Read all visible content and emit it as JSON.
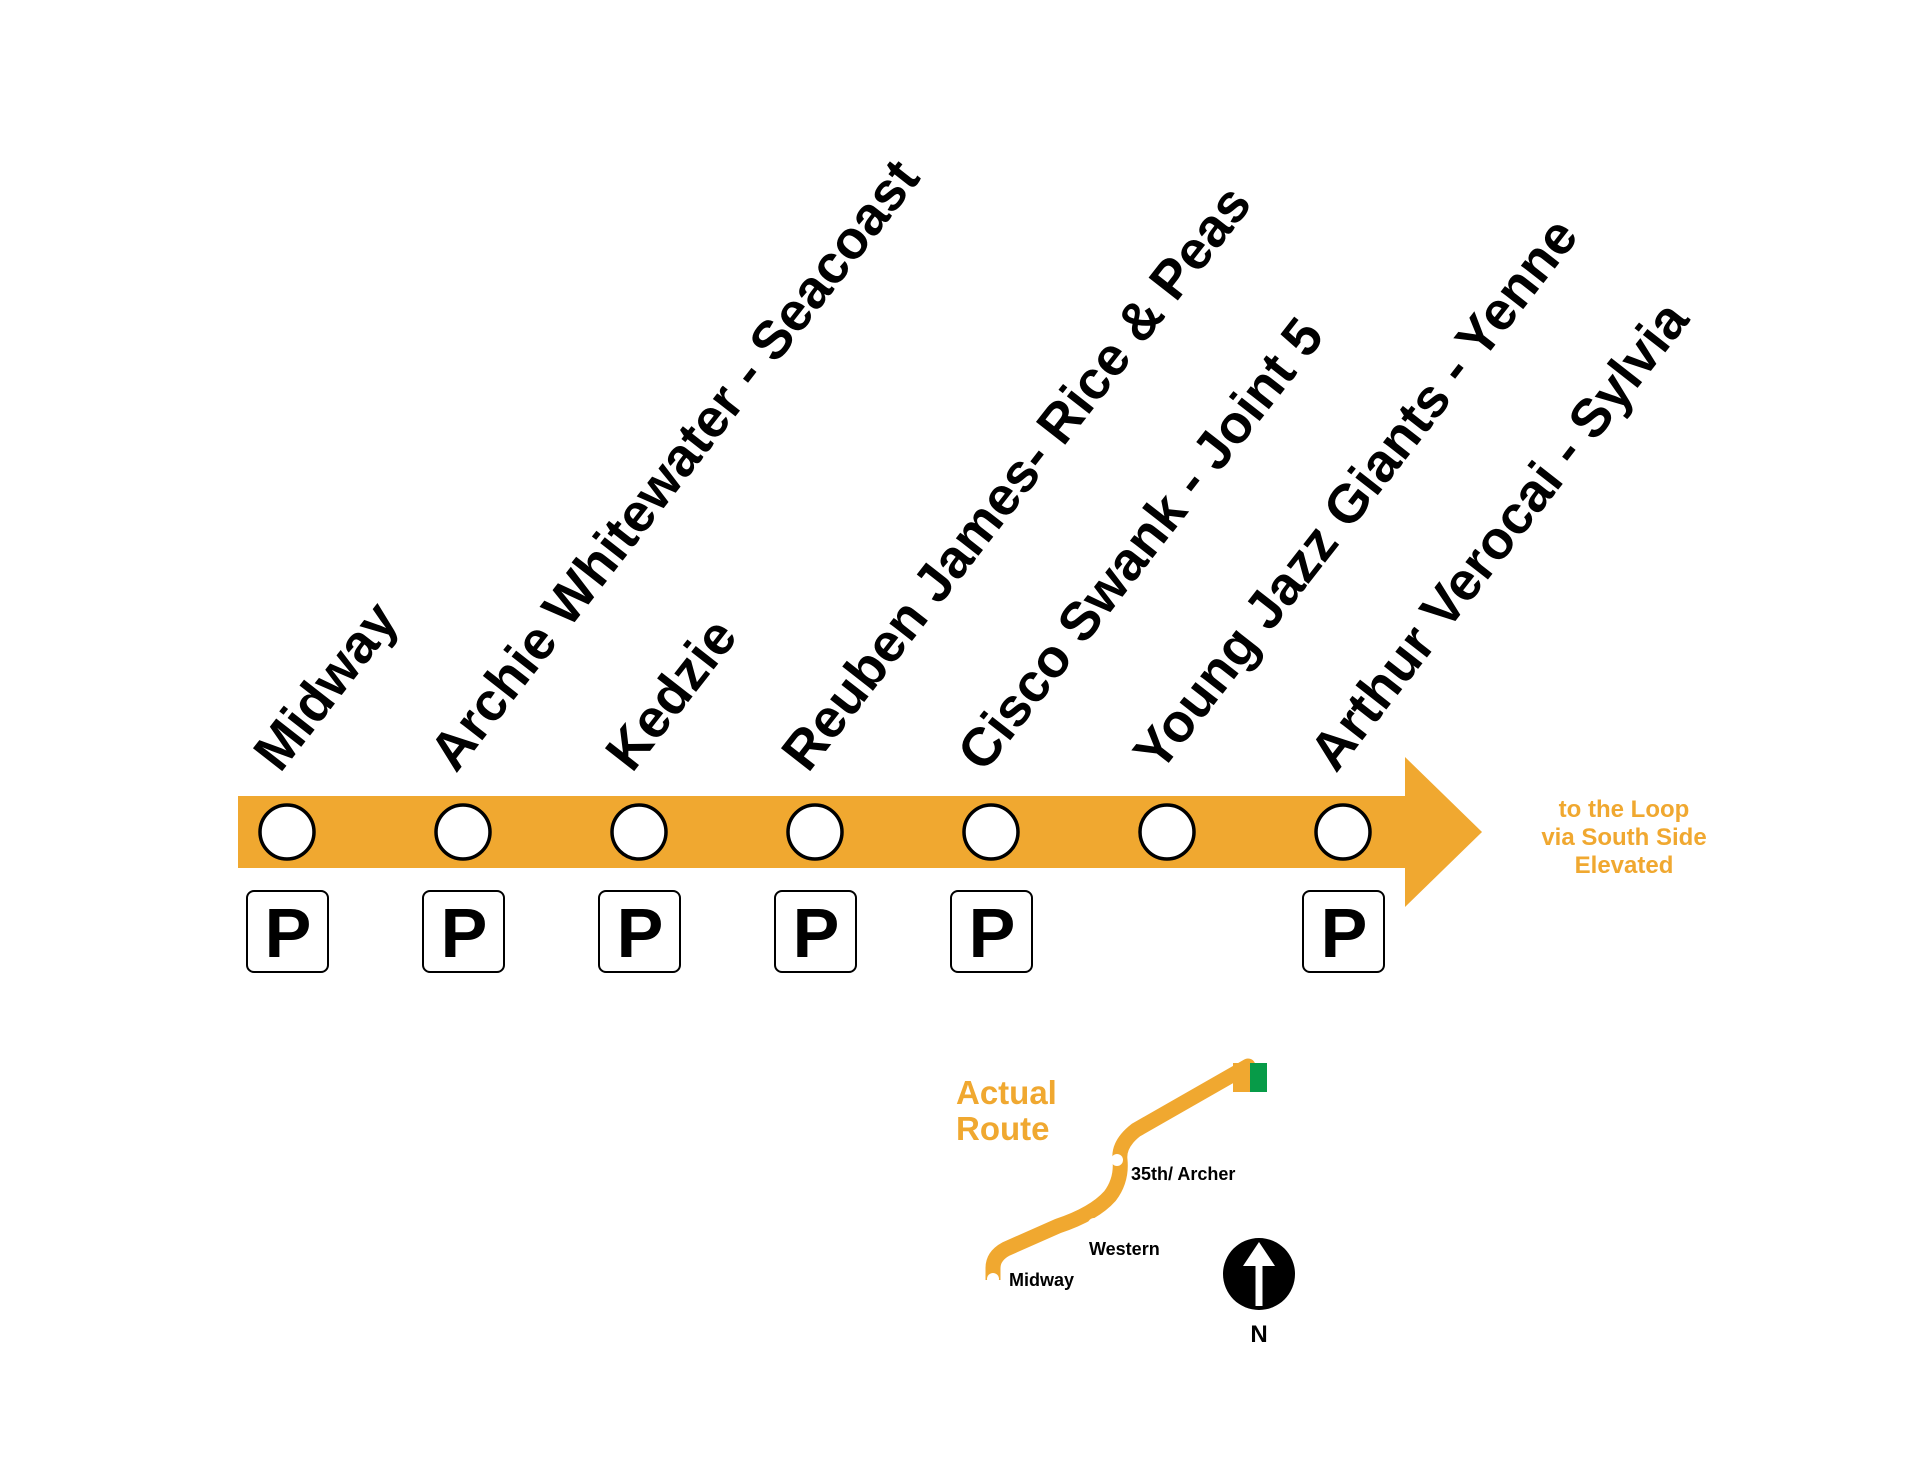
{
  "colors": {
    "line": "#F0A830",
    "ink": "#000000",
    "background": "#FFFFFF",
    "transfer": "#079B48"
  },
  "stations": [
    {
      "name": "Midway",
      "parking": true
    },
    {
      "name": "Archie Whitewater - Seacoast",
      "parking": true
    },
    {
      "name": "Kedzie",
      "parking": true
    },
    {
      "name": "Reuben James- Rice & Peas",
      "parking": true
    },
    {
      "name": "Cisco Swank - Joint 5",
      "parking": true
    },
    {
      "name": "Young Jazz Giants - Yenne",
      "parking": false
    },
    {
      "name": "Arthur Verocai - Sylvia",
      "parking": true
    }
  ],
  "parking_symbol": "P",
  "destination": {
    "lines": [
      "to the Loop",
      "via South Side",
      "Elevated"
    ]
  },
  "inset": {
    "title_lines": [
      "Actual",
      "Route"
    ],
    "stops": [
      "35th/ Archer",
      "Western",
      "Midway"
    ]
  },
  "north_arrow": {
    "letter": "N",
    "icon": "north-arrow-icon"
  }
}
